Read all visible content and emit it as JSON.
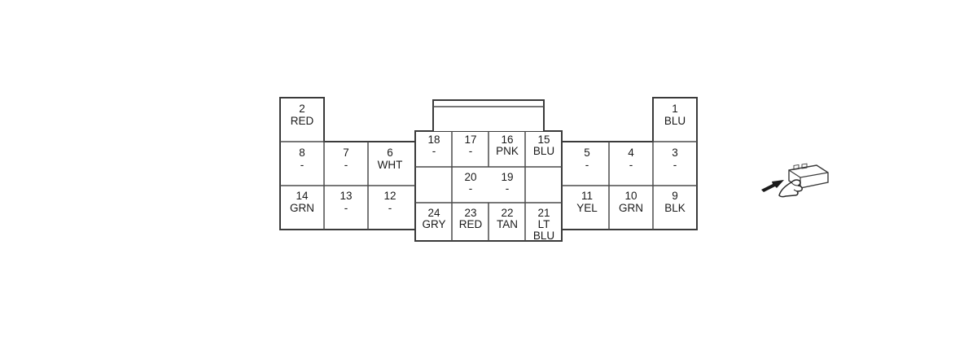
{
  "pins": {
    "p1": {
      "num": "1",
      "color": "BLU"
    },
    "p2": {
      "num": "2",
      "color": "RED"
    },
    "p3": {
      "num": "3",
      "color": "-"
    },
    "p4": {
      "num": "4",
      "color": "-"
    },
    "p5": {
      "num": "5",
      "color": "-"
    },
    "p6": {
      "num": "6",
      "color": "WHT"
    },
    "p7": {
      "num": "7",
      "color": "-"
    },
    "p8": {
      "num": "8",
      "color": "-"
    },
    "p9": {
      "num": "9",
      "color": "BLK"
    },
    "p10": {
      "num": "10",
      "color": "GRN"
    },
    "p11": {
      "num": "11",
      "color": "YEL"
    },
    "p12": {
      "num": "12",
      "color": "-"
    },
    "p13": {
      "num": "13",
      "color": "-"
    },
    "p14": {
      "num": "14",
      "color": "GRN"
    },
    "p15": {
      "num": "15",
      "color": "BLU"
    },
    "p16": {
      "num": "16",
      "color": "PNK"
    },
    "p17": {
      "num": "17",
      "color": "-"
    },
    "p18": {
      "num": "18",
      "color": "-"
    },
    "p19": {
      "num": "19",
      "color": "-"
    },
    "p20": {
      "num": "20",
      "color": "-"
    },
    "p21": {
      "num": "21",
      "color": "LT",
      "color2": "BLU"
    },
    "p22": {
      "num": "22",
      "color": "TAN"
    },
    "p23": {
      "num": "23",
      "color": "RED"
    },
    "p24": {
      "num": "24",
      "color": "GRY"
    }
  },
  "icons": {
    "view_indicator": "hand-pointing-connector-icon"
  },
  "colors": {
    "line": "#3a3a3a",
    "background": "#ffffff"
  }
}
